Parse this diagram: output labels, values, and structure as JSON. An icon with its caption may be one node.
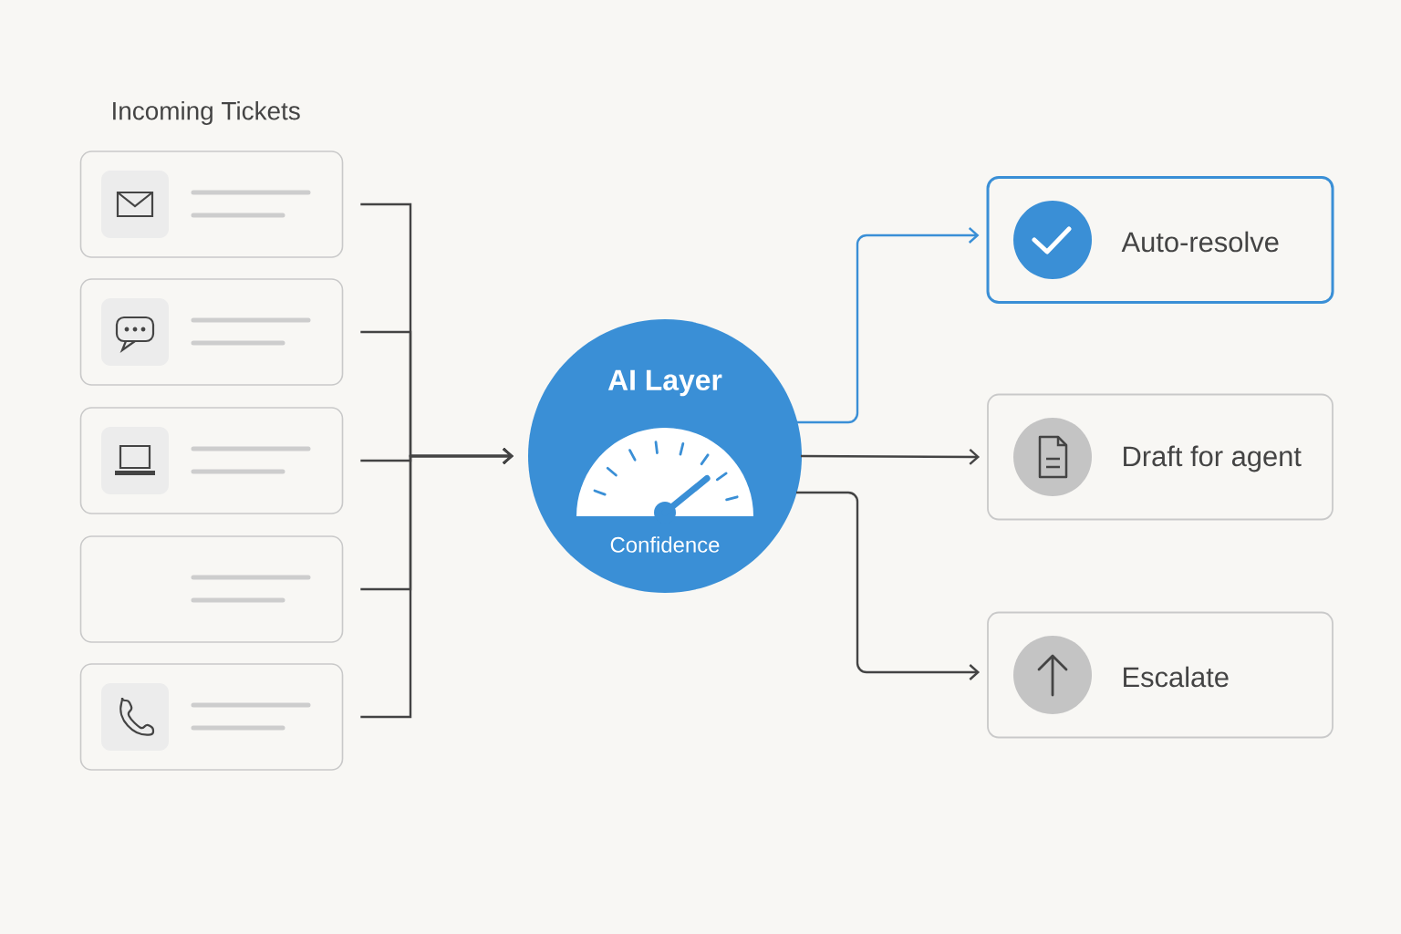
{
  "diagram": {
    "nodes": [
      {
        "text": [],
        "shape": "box"
      },
      {
        "text": [],
        "shape": "box"
      },
      {
        "text": [],
        "shape": "box"
      },
      {
        "text": [],
        "shape": "box"
      },
      {
        "text": [],
        "shape": "box"
      },
      {
        "text": [
          "AI Layer",
          "Confidence"
        ]
      },
      {
        "text": [
          "Auto-resolve"
        ]
      },
      {
        "text": [
          "Draft for agent"
        ]
      },
      {
        "text": [
          "Escalate"
        ]
      }
    ],
    "edges": [
      {
        "from": 0,
        "to": 5,
        "arrow": "to"
      },
      {
        "from": 1,
        "to": 5,
        "arrow": "to"
      },
      {
        "from": 2,
        "to": 5,
        "arrow": "to"
      },
      {
        "from": 3,
        "to": 5,
        "arrow": "to"
      },
      {
        "from": 4,
        "to": 5,
        "arrow": "to"
      },
      {
        "from": 5,
        "to": 6,
        "arrow": "to",
        "color": "#3a8fd6"
      },
      {
        "from": 5,
        "to": 7,
        "arrow": "to"
      },
      {
        "from": 5,
        "to": 8,
        "arrow": "to"
      }
    ],
    "labels": [
      "Incoming Tickets"
    ]
  }
}
